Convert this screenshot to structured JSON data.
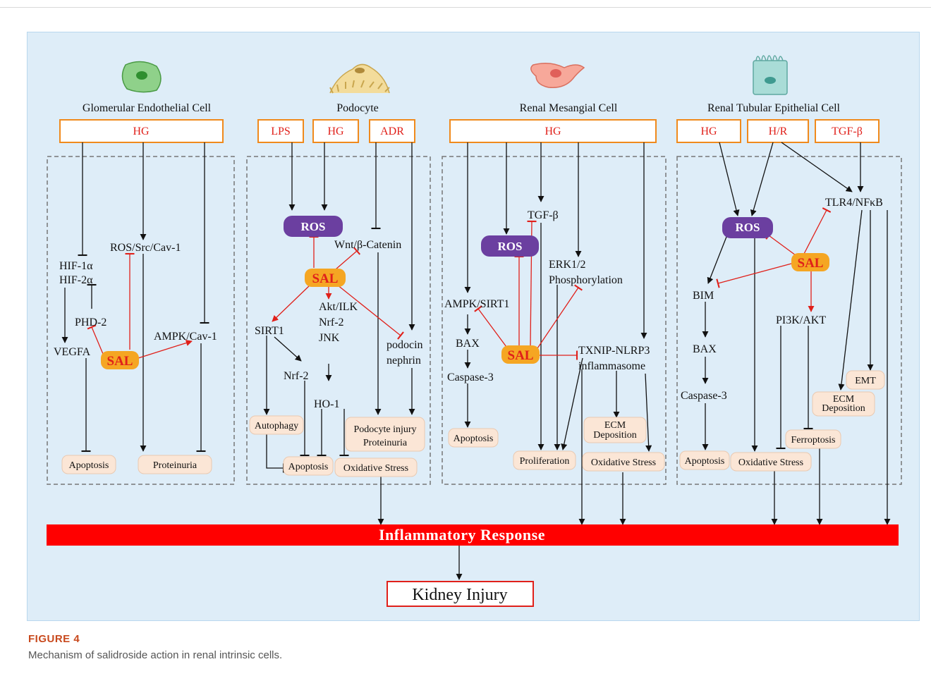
{
  "cells": {
    "endothelial": "Glomerular Endothelial Cell",
    "podocyte": "Podocyte",
    "mesangial": "Renal Mesangial Cell",
    "tubular": "Renal Tubular Epithelial Cell"
  },
  "inputs": {
    "hg": "HG",
    "lps": "LPS",
    "adr": "ADR",
    "hr": "H/R",
    "tgfb": "TGF-β"
  },
  "nodes": {
    "ros": "ROS",
    "sal": "SAL",
    "hif1": "HIF-1α",
    "hif2": "HIF-2α",
    "phd2": "PHD-2",
    "vegfa": "VEGFA",
    "ros_src_cav": "ROS/Src/Cav-1",
    "ampk_cav": "AMPK/Cav-1",
    "wnt": "Wnt/β-Catenin",
    "sirt1": "SIRT1",
    "nrf2": "Nrf-2",
    "akt_ilk": "Akt/ILK",
    "jnk": "JNK",
    "ho1": "HO-1",
    "podocin": "podocin",
    "nephrin": "nephrin",
    "tgfb": "TGF-β",
    "erk": "ERK1/2",
    "phosph": "Phosphorylation",
    "ampk_sirt1": "AMPK/SIRT1",
    "bax": "BAX",
    "casp3": "Caspase-3",
    "txnip": "TXNIP-NLRP3",
    "inflammasome": "inflammasome",
    "tlr4": "TLR4/NFκB",
    "bim": "BIM",
    "pi3k": "PI3K/AKT"
  },
  "outcomes": {
    "apoptosis": "Apoptosis",
    "proteinuria": "Proteinuria",
    "autophagy": "Autophagy",
    "pod_injury": "Podocyte injury",
    "pod_proteinuria": "Proteinuria",
    "oxidative": "Oxidative Stress",
    "proliferation": "Proliferation",
    "ecm1": "ECM",
    "ecm2": "Deposition",
    "emt": "EMT",
    "ferroptosis": "Ferroptosis"
  },
  "bottom": {
    "inflammatory": "Inflammatory  Response",
    "kidney": "Kidney Injury"
  },
  "caption": {
    "figure": "FIGURE 4",
    "text": "Mechanism of salidroside action in renal intrinsic cells."
  },
  "colors": {
    "panel": "#deedf8",
    "ros_fill": "#6b3fa0",
    "sal_fill": "#f5a623",
    "input_border": "#f08a1c",
    "inhibit_red": "#e0201a",
    "pill_fill": "#fbe6d6",
    "response_bar": "#ff0000"
  },
  "icons": [
    "endothelial-cell-icon",
    "podocyte-cell-icon",
    "mesangial-cell-icon",
    "tubular-cell-icon"
  ]
}
